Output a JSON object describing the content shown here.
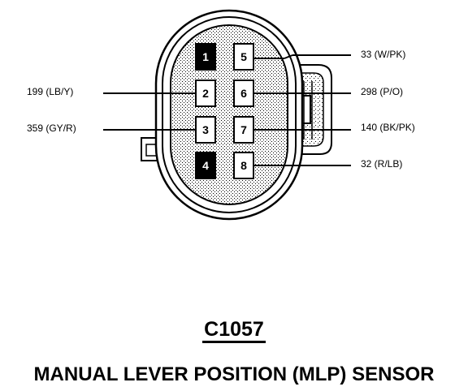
{
  "connector": {
    "id": "C1057",
    "name": "MANUAL LEVER POSITION (MLP) SENSOR"
  },
  "pins": [
    {
      "number": "1",
      "filled": true
    },
    {
      "number": "2",
      "filled": false
    },
    {
      "number": "3",
      "filled": false
    },
    {
      "number": "4",
      "filled": true
    },
    {
      "number": "5",
      "filled": false
    },
    {
      "number": "6",
      "filled": false
    },
    {
      "number": "7",
      "filled": false
    },
    {
      "number": "8",
      "filled": false
    }
  ],
  "wires": [
    {
      "pin": "2",
      "label": "199 (LB/Y)",
      "side": "left"
    },
    {
      "pin": "3",
      "label": "359 (GY/R)",
      "side": "left"
    },
    {
      "pin": "5",
      "label": "33 (W/PK)",
      "side": "right"
    },
    {
      "pin": "6",
      "label": "298 (P/O)",
      "side": "right"
    },
    {
      "pin": "7",
      "label": "140 (BK/PK)",
      "side": "right"
    },
    {
      "pin": "8",
      "label": "32 (R/LB)",
      "side": "right"
    }
  ],
  "colors": {
    "ink": "#000000",
    "background": "#ffffff",
    "stipple": "#000000"
  }
}
